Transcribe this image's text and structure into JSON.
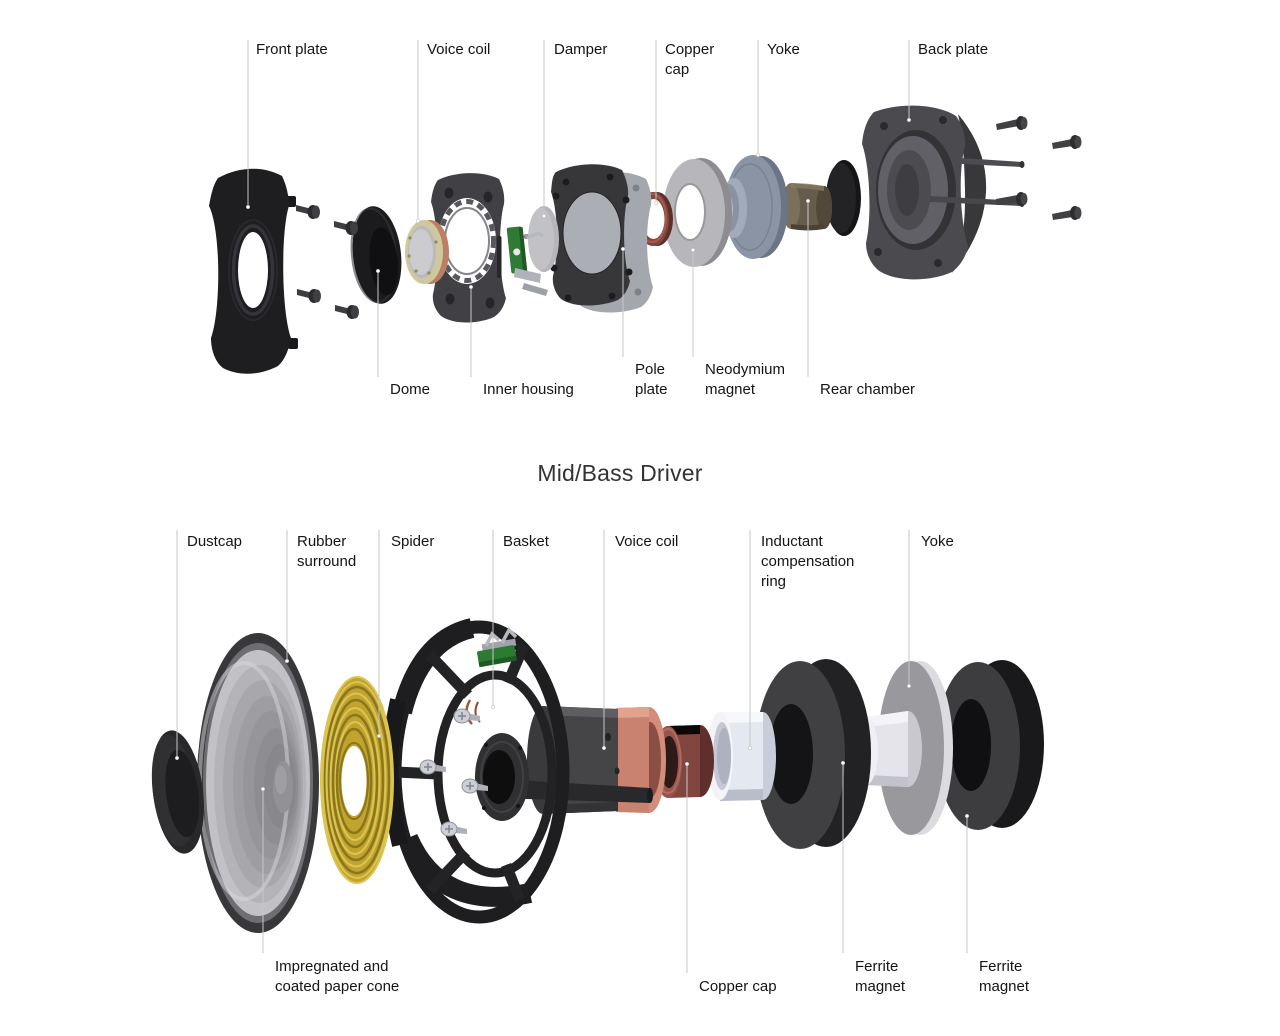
{
  "title": "Mid/Bass Driver",
  "tweeter": {
    "labels_top": [
      "Front plate",
      "Voice coil",
      "Damper",
      "Copper cap",
      "Yoke",
      "Back plate"
    ],
    "labels_bottom": [
      "Dome",
      "Inner housing",
      "Pole plate",
      "Neodymium magnet",
      "Rear chamber"
    ]
  },
  "woofer": {
    "labels_top": [
      "Dustcap",
      "Rubber surround",
      "Spider",
      "Basket",
      "Voice coil",
      "Inductant compensation ring",
      "Yoke"
    ],
    "labels_bottom": [
      "Impregnated and coated paper cone",
      "Copper cap",
      "Ferrite magnet",
      "Ferrite magnet"
    ]
  },
  "colors": {
    "background": "#ffffff",
    "label_text": "#141414",
    "title_text": "#333333",
    "leader_line": "#c7c7c7",
    "copper_cap": "#84453d",
    "voice_coil_copper": "#d28d7b",
    "spider_yellow": "#c0a42e",
    "magnet_gray": "#b7b7bb",
    "yoke_blue_gray": "#8a94a5",
    "part_black": "#1e1e21"
  }
}
